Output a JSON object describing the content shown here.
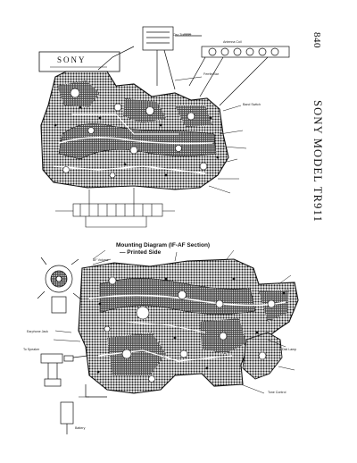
{
  "page_number": "840",
  "model_title": "SONY MODEL TR911",
  "caption": {
    "title": "Mounting Diagram (IF-AF Section)",
    "subtitle": "— Printed Side"
  },
  "logo_text": "SONY",
  "colors": {
    "ink": "#111111",
    "paper": "#ffffff",
    "copper": "#2a2a2a"
  },
  "labels": {
    "top": [
      "Osc Trimmer",
      "Antenna Coil",
      "Ferrite Bar",
      "Band Switch"
    ],
    "bottom": [
      "Earphone Jack",
      "To Speaker",
      "Battery",
      "AF Volume",
      "Tone Control",
      "Dial Lamp"
    ]
  }
}
